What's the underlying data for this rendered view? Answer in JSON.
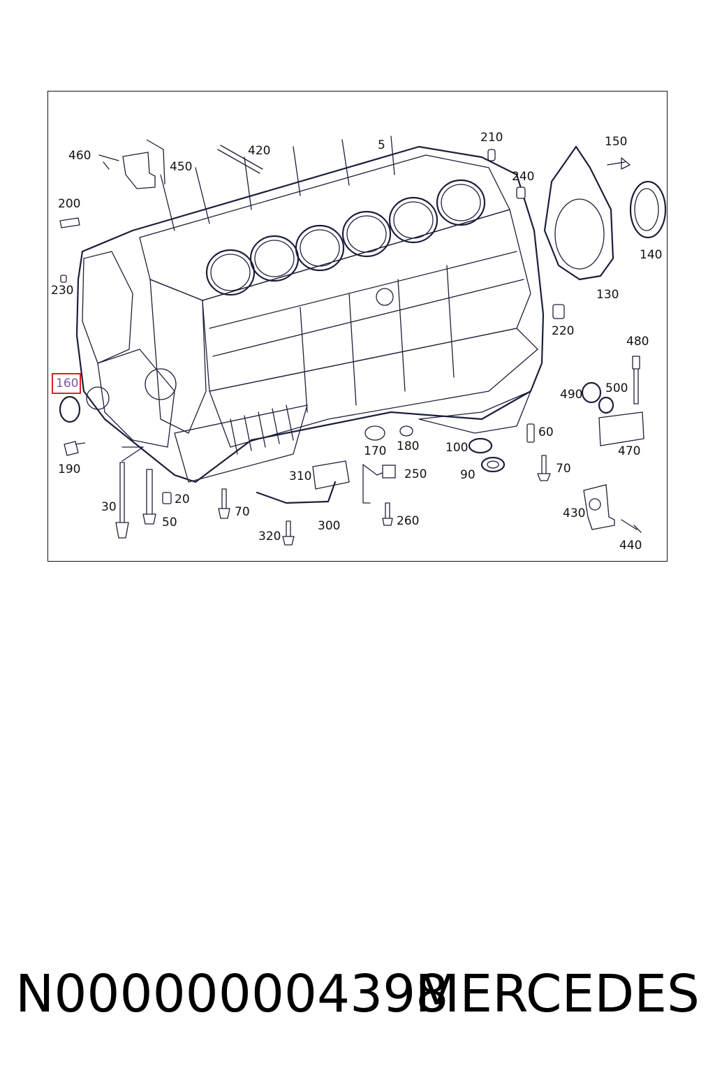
{
  "labels": {
    "l5": "5",
    "l20": "20",
    "l30": "30",
    "l50": "50",
    "l60": "60",
    "l70a": "70",
    "l70b": "70",
    "l90": "90",
    "l100": "100",
    "l130": "130",
    "l140": "140",
    "l150": "150",
    "l160": "160",
    "l170": "170",
    "l180": "180",
    "l190": "190",
    "l200": "200",
    "l210": "210",
    "l220": "220",
    "l230": "230",
    "l240": "240",
    "l250": "250",
    "l260": "260",
    "l300": "300",
    "l310": "310",
    "l320": "320",
    "l420": "420",
    "l430": "430",
    "l440": "440",
    "l450": "450",
    "l460": "460",
    "l470": "470",
    "l480": "480",
    "l490": "490",
    "l500": "500"
  },
  "highlight_color": "#e02020",
  "footer": {
    "part_number": "N000000004398",
    "brand": "MERCEDES"
  }
}
